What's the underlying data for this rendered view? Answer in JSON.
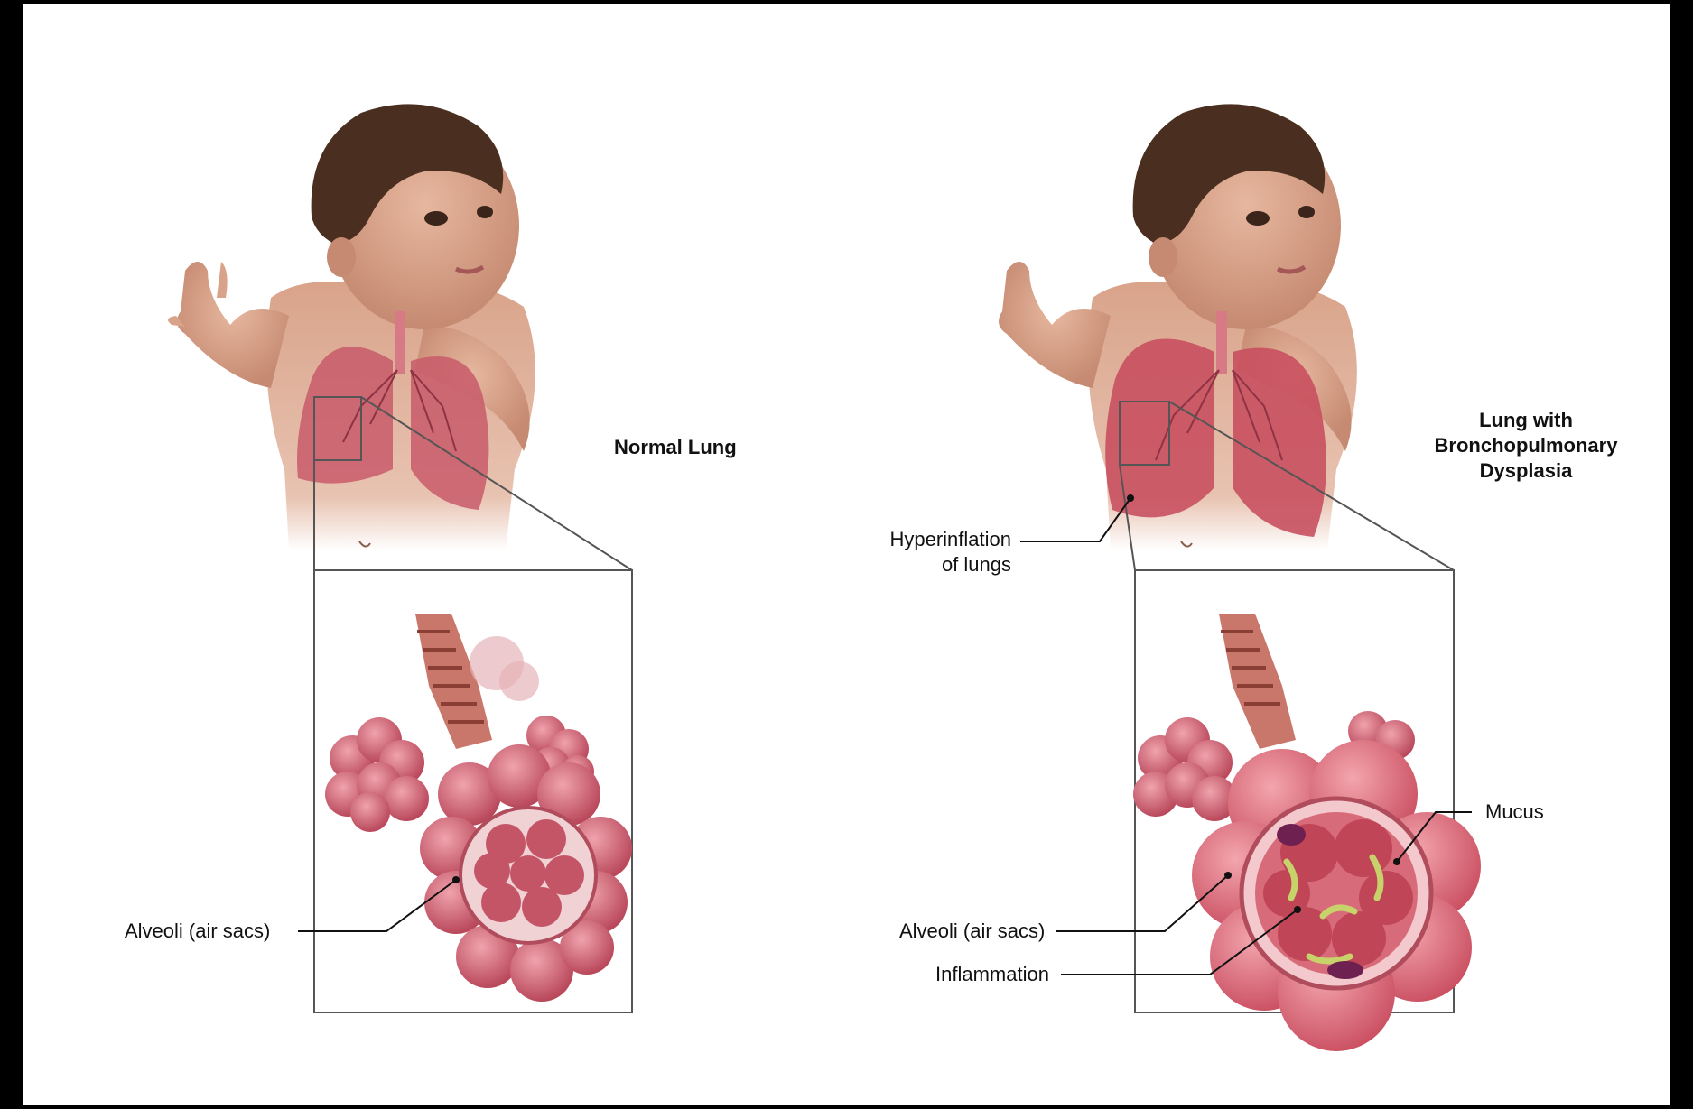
{
  "left_panel": {
    "title": "Normal Lung",
    "alveoli_label": "Alveoli (air sacs)"
  },
  "right_panel": {
    "title_line1": "Lung with",
    "title_line2": "Bronchopulmonary",
    "title_line3": "Dysplasia",
    "hyperinflation_line1": "Hyperinflation",
    "hyperinflation_line2": "of lungs",
    "mucus_label": "Mucus",
    "alveoli_label": "Alveoli (air sacs)",
    "inflammation_label": "Inflammation"
  },
  "colors": {
    "skin": "#d9a38a",
    "skin_shadow": "#b67e66",
    "hair": "#4a2e1f",
    "lung": "#c85a6a",
    "lung_dark": "#a33c4e",
    "alveoli": "#d9707d",
    "alveoli_dark": "#b04c5c",
    "mucus": "#c7d36a",
    "frame": "#000000"
  }
}
